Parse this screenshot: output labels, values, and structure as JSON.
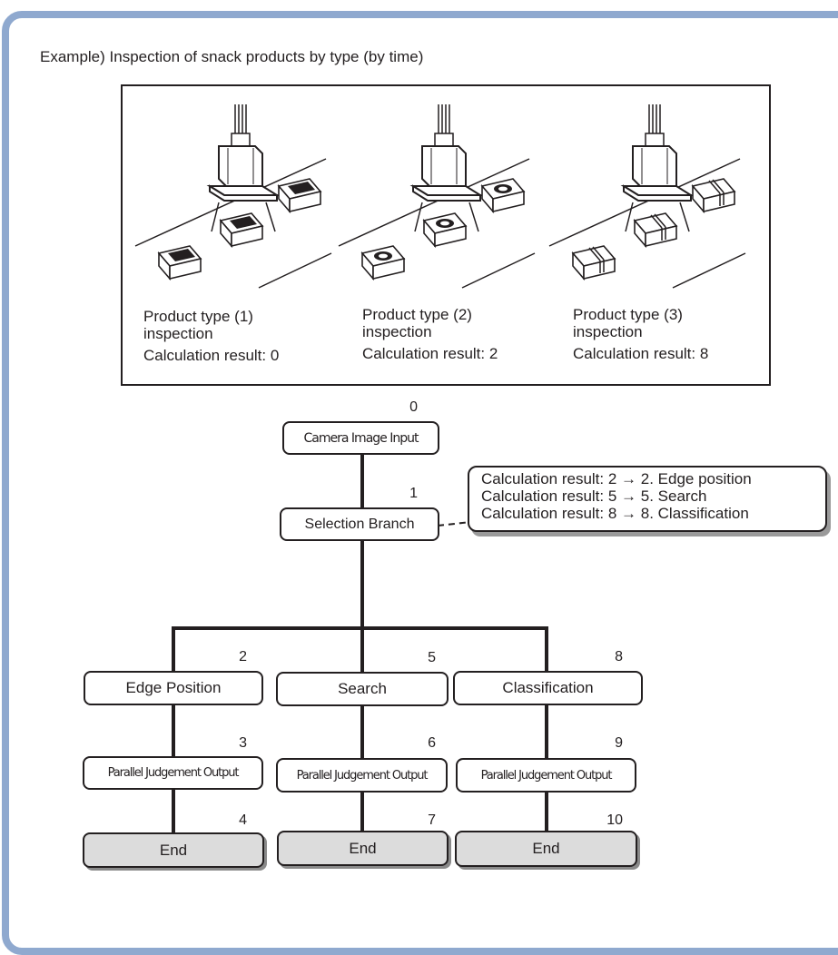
{
  "caption": "Example) Inspection of snack products by type (by time)",
  "illustrations": [
    {
      "type_label": "Product type (1)",
      "type_label2": "inspection",
      "result": "Calculation result: 0"
    },
    {
      "type_label": "Product type (2)",
      "type_label2": "inspection",
      "result": "Calculation result: 2"
    },
    {
      "type_label": "Product type (3)",
      "type_label2": "inspection",
      "result": "Calculation result: 8"
    }
  ],
  "flow": {
    "camera": {
      "label": "Camera Image Input",
      "num": "0"
    },
    "branch": {
      "label": "Selection Branch",
      "num": "1"
    },
    "edge": {
      "label": "Edge Position",
      "num": "2"
    },
    "search": {
      "label": "Search",
      "num": "5"
    },
    "classification": {
      "label": "Classification",
      "num": "8"
    },
    "pjo1": {
      "label": "Parallel Judgement Output",
      "num": "3"
    },
    "pjo2": {
      "label": "Parallel Judgement Output",
      "num": "6"
    },
    "pjo3": {
      "label": "Parallel Judgement Output",
      "num": "9"
    },
    "end1": {
      "label": "End",
      "num": "4"
    },
    "end2": {
      "label": "End",
      "num": "7"
    },
    "end3": {
      "label": "End",
      "num": "10"
    }
  },
  "callout": {
    "line1": "Calculation result: 2 → 2. Edge position",
    "line2": "Calculation result: 5 → 5. Search",
    "line3": "Calculation result: 8 → 8. Classification"
  },
  "colors": {
    "frame": "#8fa9cf",
    "end_fill": "#dcdcdc",
    "ink": "#231f20"
  }
}
